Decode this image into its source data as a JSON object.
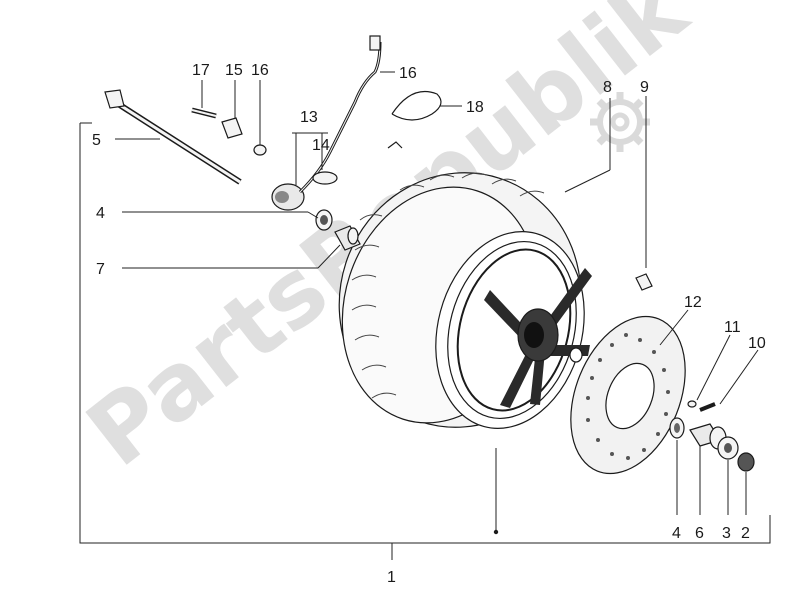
{
  "watermark": {
    "text": "PartsRepublik",
    "color": "#dddddd"
  },
  "colors": {
    "line": "#1b1b1b",
    "background": "#ffffff",
    "part_fill": "#f4f4f4",
    "dark_fill": "#2a2a2a"
  },
  "callouts": {
    "c1": "1",
    "c2": "2",
    "c3": "3",
    "c4a": "4",
    "c4b": "4",
    "c5": "5",
    "c6": "6",
    "c7": "7",
    "c8": "8",
    "c9": "9",
    "c10": "10",
    "c11": "11",
    "c12": "12",
    "c13": "13",
    "c14": "14",
    "c15": "15",
    "c16a": "16",
    "c16b": "16",
    "c17": "17",
    "c18": "18"
  },
  "icons": {
    "watermark_logo": "gear-cog-icon"
  }
}
